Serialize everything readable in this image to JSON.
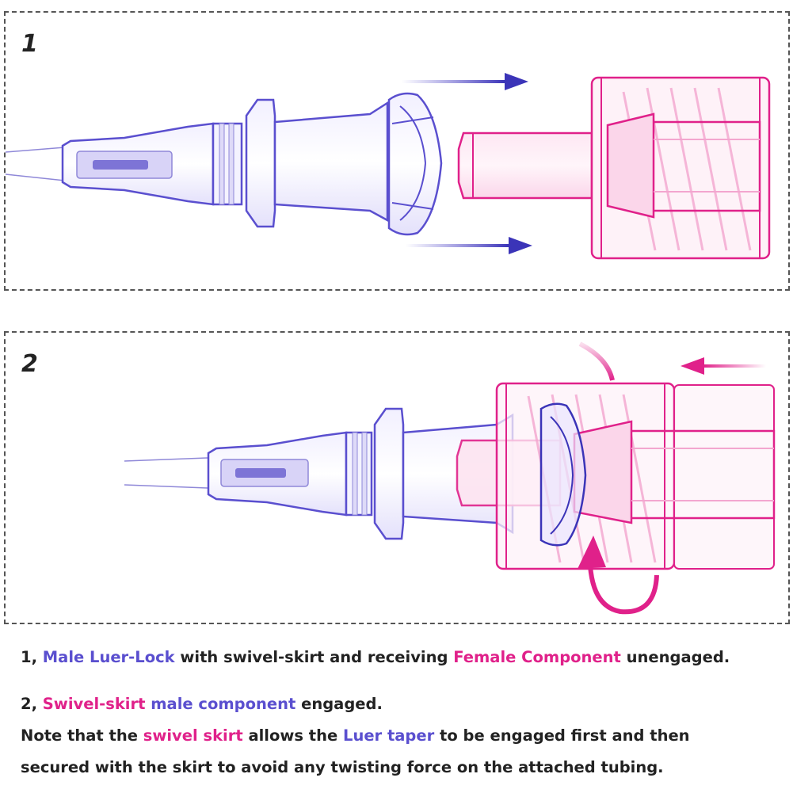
{
  "panels": [
    {
      "number": "1"
    },
    {
      "number": "2"
    }
  ],
  "captions": {
    "line1": {
      "prefix": "1, ",
      "male_term": "Male Luer-Lock",
      "middle": " with swivel-skirt and receiving ",
      "female_term": "Female Component",
      "suffix": " unengaged."
    },
    "line2": {
      "prefix": "2, ",
      "female_term": "Swivel-skirt",
      "male_term": " male component",
      "suffix": " engaged."
    },
    "line3": {
      "prefix": "Note that the ",
      "female_term": "swivel skirt",
      "middle": " allows the ",
      "male_term": "Luer taper",
      "suffix": " to be engaged first and then"
    },
    "line4": {
      "text": "secured with the skirt to avoid any twisting force on the attached tubing."
    }
  },
  "colors": {
    "male": "#5a4fcf",
    "female": "#e0218a",
    "border": "#555555"
  },
  "icons": {
    "panel1_arrows": "arrow-right-icon",
    "panel2_push": "arrow-left-icon",
    "panel2_rotation": "rotation-arrow-icon"
  }
}
